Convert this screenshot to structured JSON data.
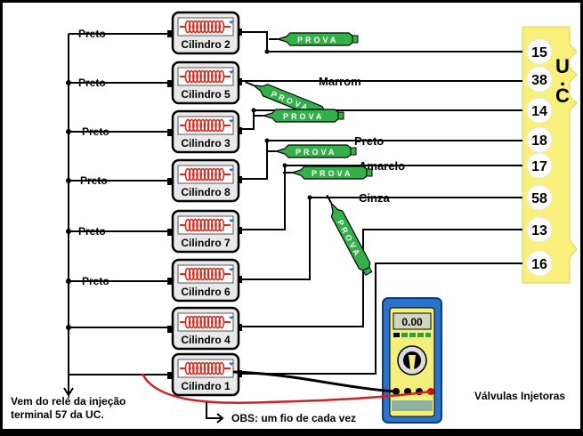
{
  "uc_label": {
    "line1": "U",
    "line2": ".",
    "line3": "C"
  },
  "cylinders": [
    {
      "label": "Cilindro 2",
      "wire": "Preto"
    },
    {
      "label": "Cilindro 5",
      "wire": "Preto"
    },
    {
      "label": "Cilindro 3",
      "wire": "Preto"
    },
    {
      "label": "Cilindro 8",
      "wire": "Preto"
    },
    {
      "label": "Cilindro 7",
      "wire": "Preto"
    },
    {
      "label": "Cilindro 6",
      "wire": "Preto"
    },
    {
      "label": "Cilindro 4",
      "wire": ""
    },
    {
      "label": "Cilindro 1",
      "wire": ""
    }
  ],
  "terminals": [
    "15",
    "38",
    "14",
    "18",
    "17",
    "58",
    "13",
    "16"
  ],
  "wire_colors": {
    "marrom": "Marrom",
    "preto": "Preto",
    "amarelo": "Amarelo",
    "cinza": "Cinza"
  },
  "probe_label": "PROVA",
  "multimeter": {
    "display": "0.00",
    "brand": ""
  },
  "captions": {
    "source_line1": "Vem do  relé da injeção",
    "source_line2": "terminal 57 da UC.",
    "obs": "OBS: um fio de cada vez",
    "title": "Válvulas Injetoras"
  },
  "colors": {
    "background": "#ffffff",
    "connector": "#f8f07a",
    "probe": "#33b04a",
    "coil": "#d62a1c",
    "multimeter": "#2a73c9",
    "wire": "#000000"
  }
}
